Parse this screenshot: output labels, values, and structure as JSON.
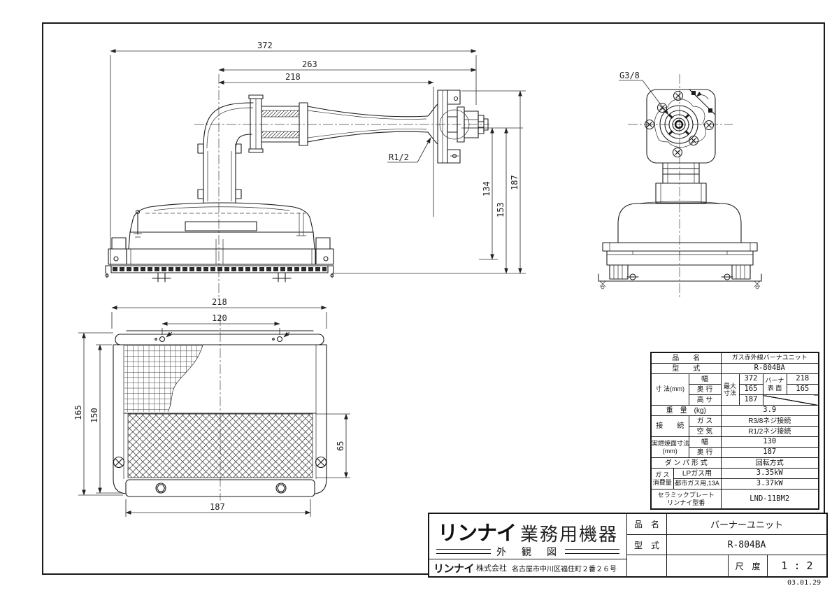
{
  "side_view": {
    "dim_372": "372",
    "dim_263": "263",
    "dim_218": "218",
    "dim_134": "134",
    "dim_153": "153",
    "dim_187": "187",
    "label_r12": "R1/2"
  },
  "front_view": {
    "label_g38": "G3/8"
  },
  "plan_view": {
    "dim_218": "218",
    "dim_120": "120",
    "dim_165": "165",
    "dim_150": "150",
    "dim_65": "65",
    "dim_187": "187"
  },
  "spec_table": {
    "product_label": "品　　名",
    "product_value": "ガス赤外線バーナユニット",
    "model_label": "型　　式",
    "model_value": "R-804BA",
    "dims_label": "寸 法(mm)",
    "width_label": "幅",
    "depth_label": "奥 行",
    "height_label": "高 サ",
    "max_label_1": "最大",
    "max_label_2": "寸法",
    "max_width": "372",
    "max_depth": "165",
    "max_height": "187",
    "burner_label_1": "バーナ",
    "burner_label_2": "表 面",
    "burner_width": "218",
    "burner_depth": "165",
    "weight_label": "重　量　(kg)",
    "weight_value": "3.9",
    "connection_label": "接　　続",
    "gas_label": "ガ ス",
    "gas_value": "R3/8ネジ接続",
    "air_label": "空 気",
    "air_value": "R1/2ネジ接続",
    "burn_surface_label_1": "実燃焼面寸法",
    "burn_surface_label_2": "(mm)",
    "burn_width_label": "幅",
    "burn_width_value": "130",
    "burn_depth_label": "奥 行",
    "burn_depth_value": "187",
    "damper_label": "ダ ン パ 形 式",
    "damper_value": "回転方式",
    "consumption_label_1": "ガ ス",
    "consumption_label_2": "消費量",
    "lp_label": "LPガス用",
    "lp_value": "3.35kW",
    "city_label": "都市ガス用,13A",
    "city_value": "3.37kW",
    "ceramic_label_1": "セラミックプレート",
    "ceramic_label_2": "リンナイ型番",
    "ceramic_value": "LND-11BM2"
  },
  "title_block": {
    "brand": "リンナイ",
    "brand_suffix": "業務用機器",
    "drawing_type": "外　観　図",
    "company_brand": "リンナイ",
    "company_suffix": "株式会社",
    "address": "名古屋市中川区福住町２番２６号",
    "product_label": "品　名",
    "product_value": "バーナーユニット",
    "model_label": "型　式",
    "model_value": "R-804BA",
    "scale_label": "尺　度",
    "scale_value": "1 : 2",
    "date": "03.01.29"
  }
}
